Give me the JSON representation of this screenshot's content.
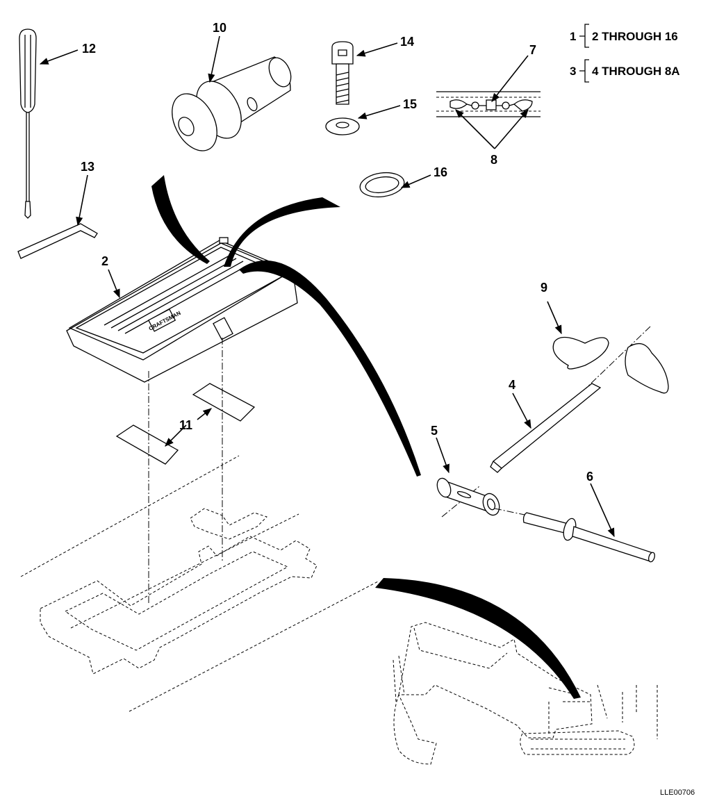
{
  "callouts": [
    "2",
    "4",
    "5",
    "6",
    "7",
    "8",
    "9",
    "10",
    "11",
    "12",
    "13",
    "14",
    "15",
    "16"
  ],
  "legend": [
    {
      "index": "1",
      "label": "2 THROUGH 16"
    },
    {
      "index": "3",
      "label": "4 THROUGH 8A"
    }
  ],
  "figure_id": "LLE00706",
  "case_brand": "CRAFTSMAN"
}
